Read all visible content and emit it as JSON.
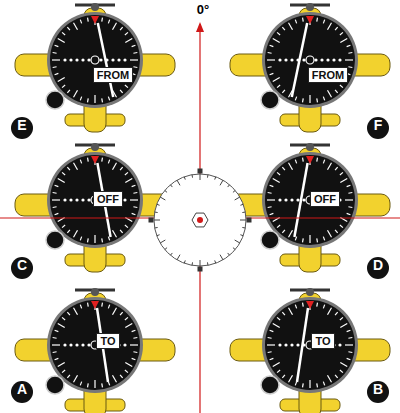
{
  "diagram": {
    "nodes": [
      {
        "text": [
          "FROM"
        ]
      },
      {
        "text": [
          "FROM"
        ]
      },
      {
        "text": [
          "E"
        ]
      },
      {
        "text": [
          "F"
        ]
      },
      {
        "text": [
          "OFF"
        ]
      },
      {
        "text": [
          "OFF"
        ]
      },
      {
        "text": [
          "C"
        ]
      },
      {
        "text": [
          "D"
        ]
      },
      {
        "text": [
          "TO"
        ]
      },
      {
        "text": [
          "TO"
        ]
      },
      {
        "text": [
          "A"
        ]
      },
      {
        "text": [
          "B"
        ]
      }
    ],
    "labels": [
      "0°"
    ]
  }
}
